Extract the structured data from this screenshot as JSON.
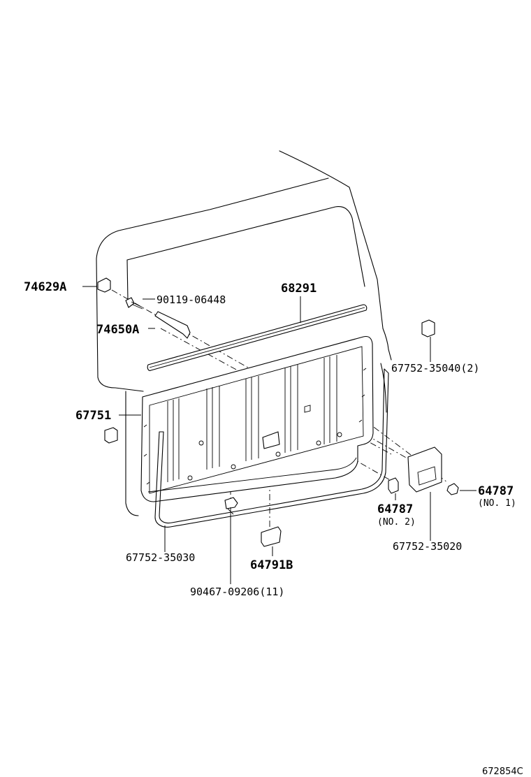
{
  "parts": {
    "p74629A": "74629A",
    "p90119": "90119-06448",
    "p68291": "68291",
    "p74650A": "74650A",
    "p67752_35040": "67752-35040(2)",
    "p67751": "67751",
    "p64787_no1": "64787",
    "p64787_no1_sub": "(NO. 1)",
    "p64787_no2": "64787",
    "p64787_no2_sub": "(NO. 2)",
    "p67752_35020": "67752-35020",
    "p67752_35030": "67752-35030",
    "p64791B": "64791B",
    "p90467": "90467-09206(11)"
  },
  "diagram_code": "672854C"
}
